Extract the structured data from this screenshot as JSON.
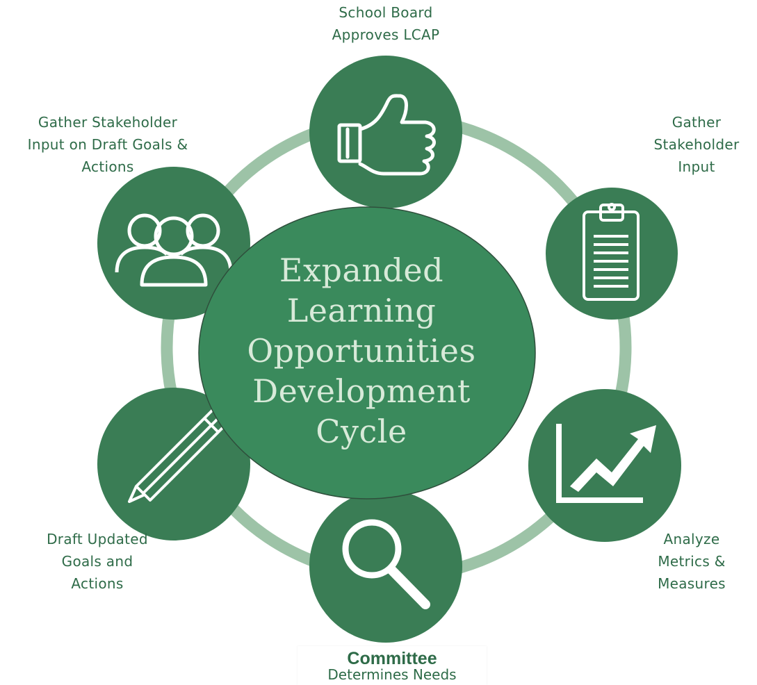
{
  "colors": {
    "ring": "#9dc3a7",
    "node": "#3a7d55",
    "center": "#3a8a5c",
    "text": "#2e6b48",
    "icon": "#ffffff",
    "center_text": "#d8ead9"
  },
  "center": {
    "lines": [
      "Expanded",
      "Learning",
      "Opportunities",
      "Development",
      "Cycle"
    ]
  },
  "steps": [
    {
      "key": "approve",
      "icon": "thumbs-up-icon",
      "lines": [
        "School Board",
        "Approves LCAP"
      ]
    },
    {
      "key": "gather-input",
      "icon": "clipboard-icon",
      "lines": [
        "Gather",
        "Stakeholder",
        "Input"
      ]
    },
    {
      "key": "analyze",
      "icon": "trend-chart-icon",
      "lines": [
        "Analyze",
        "Metrics &",
        "Measures"
      ]
    },
    {
      "key": "committee",
      "icon": "magnifier-icon",
      "lines": [
        "Committee",
        "Determines Needs"
      ]
    },
    {
      "key": "draft",
      "icon": "pencil-icon",
      "lines": [
        "Draft Updated",
        "Goals and",
        "Actions"
      ]
    },
    {
      "key": "gather-draft",
      "icon": "group-icon",
      "lines": [
        "Gather Stakeholder",
        "Input on Draft Goals &",
        "Actions"
      ]
    }
  ]
}
